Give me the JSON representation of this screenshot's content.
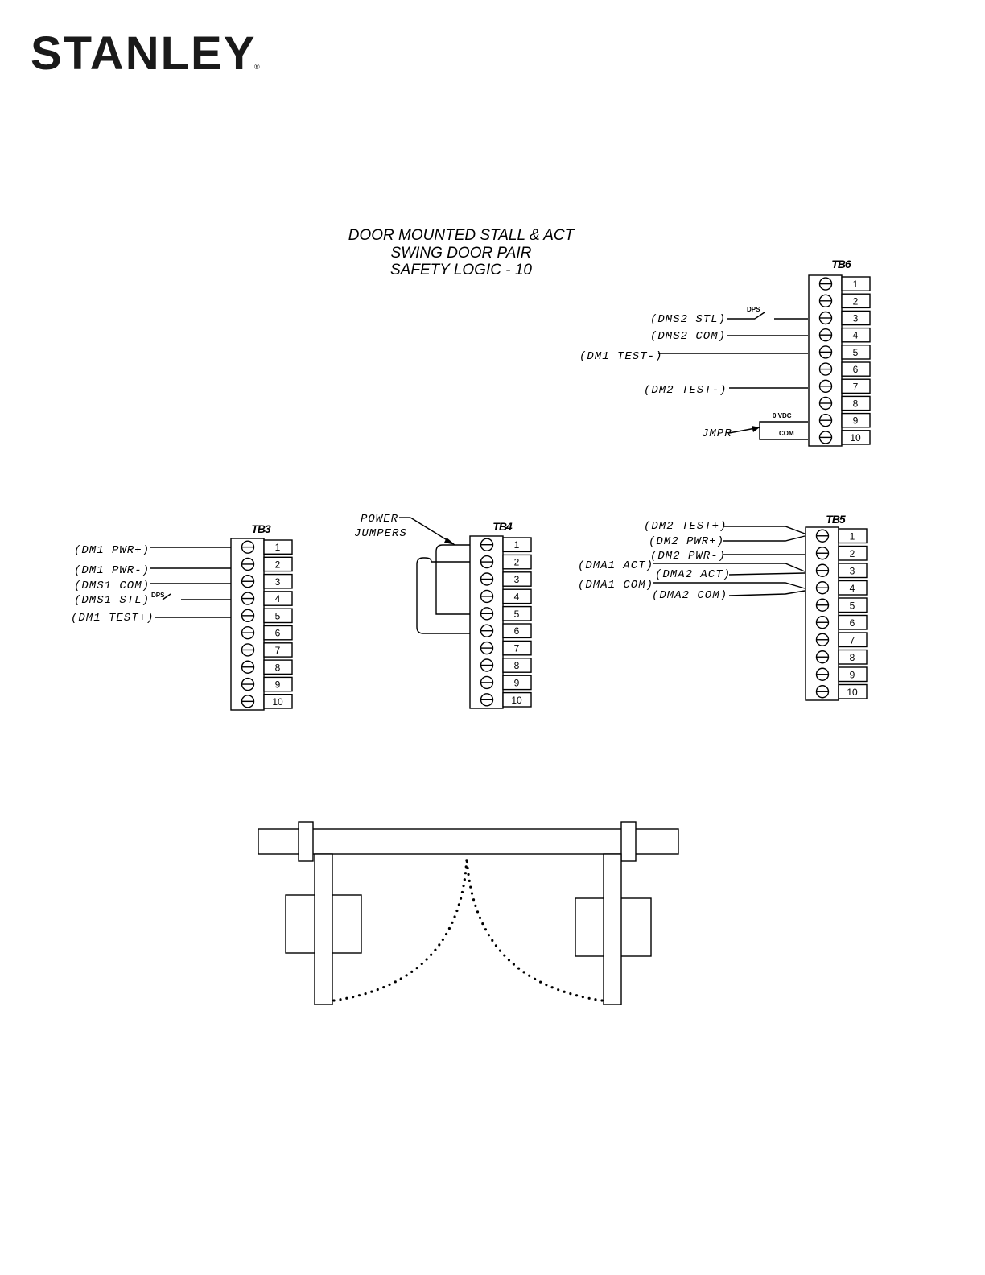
{
  "brand": {
    "name": "STANLEY",
    "mark": "®"
  },
  "title": [
    "DOOR MOUNTED STALL & ACT",
    "SWING DOOR PAIR",
    "SAFETY LOGIC - 10"
  ],
  "terminal_blocks": [
    {
      "id": "tb6",
      "name": "TB6",
      "terminals": [
        "1",
        "2",
        "3",
        "4",
        "5",
        "6",
        "7",
        "8",
        "9",
        "10"
      ]
    },
    {
      "id": "tb3",
      "name": "TB3",
      "terminals": [
        "1",
        "2",
        "3",
        "4",
        "5",
        "6",
        "7",
        "8",
        "9",
        "10"
      ]
    },
    {
      "id": "tb4",
      "name": "TB4",
      "terminals": [
        "1",
        "2",
        "3",
        "4",
        "5",
        "6",
        "7",
        "8",
        "9",
        "10"
      ]
    },
    {
      "id": "tb5",
      "name": "TB5",
      "terminals": [
        "1",
        "2",
        "3",
        "4",
        "5",
        "6",
        "7",
        "8",
        "9",
        "10"
      ]
    }
  ],
  "tb6_labels": {
    "dms2_stl": "(DMS2 STL)",
    "dms2_com": "(DMS2 COM)",
    "dm1_test_minus": "(DM1 TEST-)",
    "dm2_test_minus": "(DM2 TEST-)",
    "dps": "DPS",
    "vdc": "0 VDC",
    "com": "COM",
    "jmpr": "JMPR"
  },
  "tb3_labels": {
    "dm1_pwr_plus": "(DM1 PWR+)",
    "dm1_pwr_minus": "(DM1 PWR-)",
    "dms1_com": "(DMS1 COM)",
    "dms1_stl": "(DMS1 STL)",
    "dm1_test_plus": "(DM1 TEST+)",
    "dps": "DPS"
  },
  "tb4_labels": {
    "power": "POWER",
    "jumpers": "JUMPERS"
  },
  "tb5_labels": {
    "dm2_test_plus": "(DM2 TEST+)",
    "dm2_pwr_plus": "(DM2 PWR+)",
    "dm2_pwr_minus": "(DM2 PWR-)",
    "dma1_act": "(DMA1 ACT)",
    "dma2_act": "(DMA2 ACT)",
    "dma1_com": "(DMA1 COM)",
    "dma2_com": "(DMA2 COM)"
  },
  "colors": {
    "ink": "#000000",
    "logo": "#1a1a1a",
    "paper": "#ffffff"
  }
}
